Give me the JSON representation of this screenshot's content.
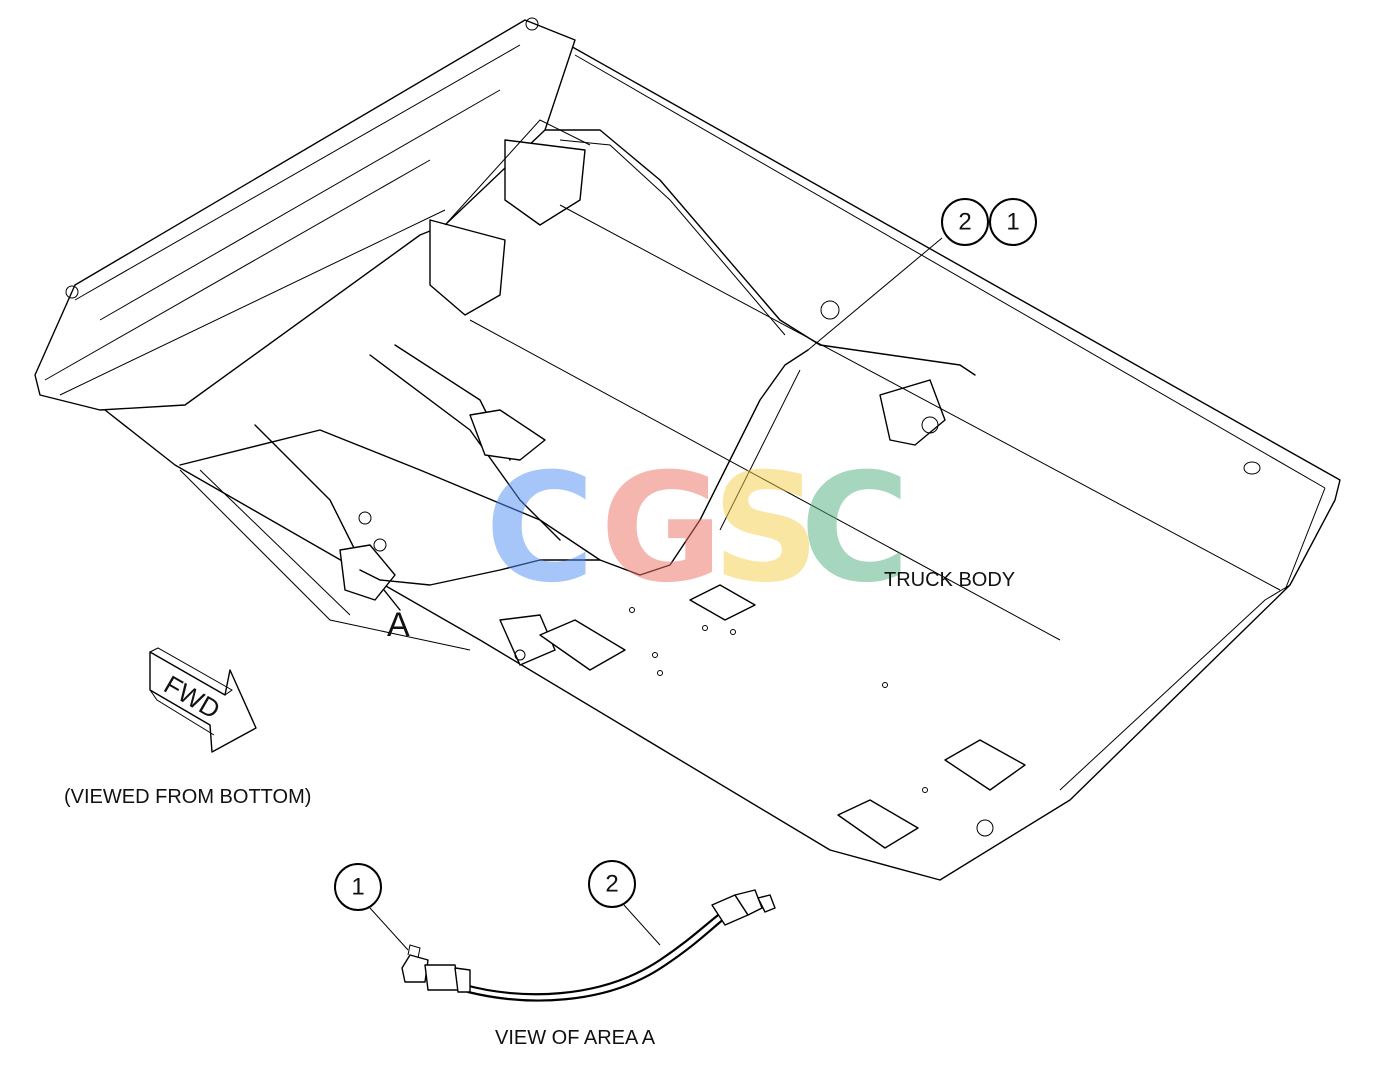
{
  "labels": {
    "truck_body": "TRUCK BODY",
    "viewed_from_bottom": "(VIEWED FROM BOTTOM)",
    "view_of_area": "VIEW OF AREA A",
    "area_marker": "A",
    "fwd": "FWD"
  },
  "callouts": {
    "main_left": "2",
    "main_right": "1",
    "detail_left": "1",
    "detail_right": "2"
  },
  "watermark": {
    "letters": [
      "C",
      "G",
      "S",
      "C"
    ],
    "colors": [
      "#4f8ef7",
      "#ef6f63",
      "#f7cf4a",
      "#4fb07f"
    ]
  }
}
